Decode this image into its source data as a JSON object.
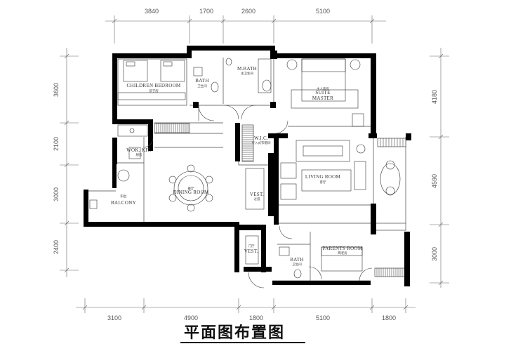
{
  "title": "平面图布置图",
  "dims_top": [
    "3840",
    "1700",
    "2600",
    "5100"
  ],
  "dims_bottom": [
    "3100",
    "4900",
    "1800",
    "5100",
    "1800"
  ],
  "dims_left": [
    "3600",
    "2100",
    "3000",
    "2400"
  ],
  "dims_right": [
    "4180",
    "4590",
    "3000"
  ],
  "rooms": {
    "children_bedroom": {
      "en": "CHILDREN  BEDROOM",
      "zh": "孩子房"
    },
    "bath_top": {
      "en": "BATH",
      "zh": "卫生间"
    },
    "m_bath": {
      "en": "M.BATH",
      "zh": "主卫生间"
    },
    "suite_master": {
      "en": "SUITE",
      "en2": "MASTER",
      "zh": "主人套房"
    },
    "wok_kit": {
      "en": "WOK.  KIT.",
      "zh": "厨房"
    },
    "wic": {
      "en": "W.I.C.",
      "zh": "步入式衣帽间"
    },
    "dining_room": {
      "en": "DINING  ROOM",
      "zh": "餐厅"
    },
    "living_room": {
      "en": "LIVING  ROOM",
      "zh": "客厅"
    },
    "vest_mid": {
      "en": "VEST.",
      "zh": "过道"
    },
    "balcony": {
      "en": "BALCONY",
      "zh": "阳台"
    },
    "vest_low": {
      "en": "VEST.",
      "zh": "门厅"
    },
    "bath_low": {
      "en": "BATH",
      "zh": "卫生间"
    },
    "parents_room": {
      "en": "PARENTS  ROOM",
      "zh": "两老房"
    }
  }
}
